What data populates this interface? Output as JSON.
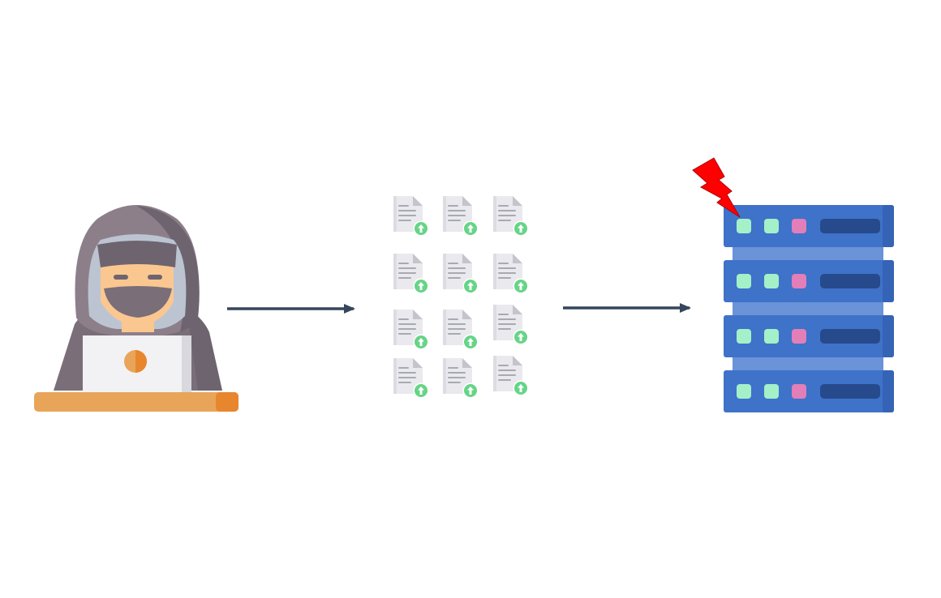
{
  "diagram": {
    "nodes": [
      {
        "id": "attacker",
        "icon": "hooded-hacker-with-laptop-icon"
      },
      {
        "id": "uploads",
        "icon": "document-upload-icon",
        "count": 12
      },
      {
        "id": "server",
        "icon": "server-rack-icon",
        "units": 4,
        "alert_icon": "red-lightning-bolt-icon"
      }
    ],
    "edges": [
      {
        "from": "attacker",
        "to": "uploads",
        "style": "arrow"
      },
      {
        "from": "uploads",
        "to": "server",
        "style": "arrow"
      }
    ]
  },
  "colors": {
    "arrow": "#35465c",
    "hood": "#8d7f8a",
    "hood_dark": "#6e6470",
    "mask": "#7a6e78",
    "skin": "#fbc790",
    "laptop": "#f2f2f4",
    "desk": "#e8a559",
    "desk_edge": "#e8862e",
    "server_blue": "#3f72c9",
    "server_light": "#6a93d8",
    "server_slot": "#274a8c",
    "led_green": "#a4f0c8",
    "led_pink": "#e27eb8",
    "bolt": "#ff0000",
    "doc": "#e9e9ee",
    "doc_fold": "#c4c4cc",
    "doc_line": "#a9a9b4",
    "upload_badge": "#66d487"
  }
}
